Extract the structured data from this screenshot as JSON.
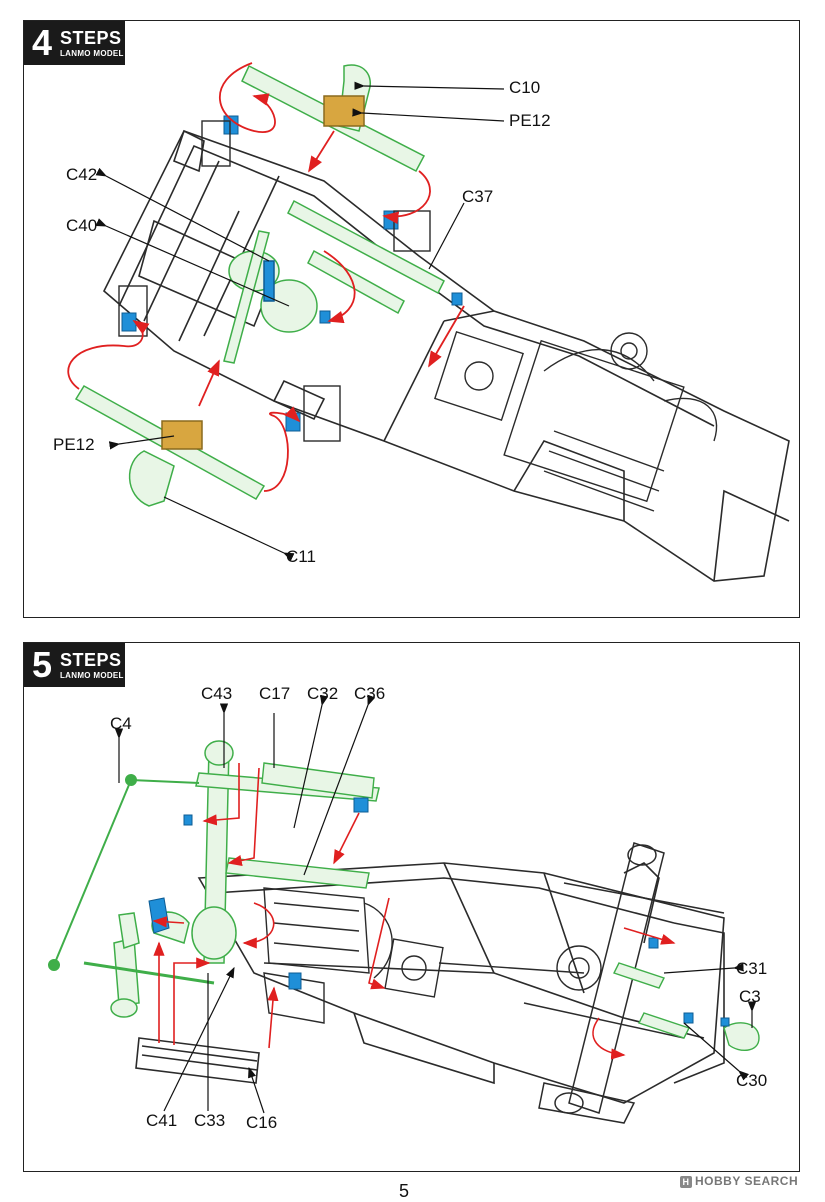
{
  "brand": "LANMO MODEL",
  "colors": {
    "frame": "#2b2b2b",
    "new_part": "#3fae49",
    "highlight_blue": "#1f8fd8",
    "arrow_red": "#e02020",
    "part_fill": "#e8f6e6",
    "sprue_tag": "#d8a640"
  },
  "steps": [
    {
      "number": "4",
      "title": "STEPS",
      "brand": "LANMO MODEL",
      "callouts": [
        "C10",
        "PE12",
        "C42",
        "C37",
        "C40",
        "PE12",
        "C11"
      ]
    },
    {
      "number": "5",
      "title": "STEPS",
      "brand": "LANMO MODEL",
      "callouts": [
        "C43",
        "C17",
        "C32",
        "C36",
        "C4",
        "C31",
        "C3",
        "C30",
        "C41",
        "C33",
        "C16"
      ]
    }
  ],
  "page_number": "5",
  "watermark": "HOBBY SEARCH"
}
